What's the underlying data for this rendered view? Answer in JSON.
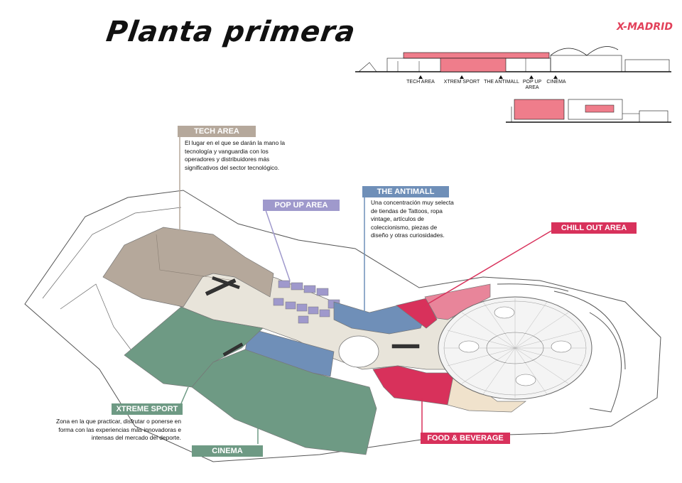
{
  "title": "Planta primera",
  "brand": "X-MADRID",
  "elevation_labels": {
    "tech": "TECH AREA",
    "xtrem": "XTREM SPORT",
    "antimall": "THE ANTIMALL",
    "popup_line1": "POP UP",
    "popup_line2": "AREA",
    "cinema": "CINEMA"
  },
  "zones": {
    "tech": {
      "label": "TECH AREA",
      "description": "El lugar en el que se darán la mano la tecnología y vanguardia con los operadores y distribuidores más significativos del sector tecnológico.",
      "color": "#b5a89b"
    },
    "popup": {
      "label": "POP UP AREA",
      "color": "#9f99cc"
    },
    "antimall": {
      "label": "THE ANTIMALL",
      "description": "Una concentración muy selecta de tiendas de Tattoos, ropa vintage, artículos de coleccionismo, piezas de diseño y otras curiosidades.",
      "color": "#6f8fb8"
    },
    "chillout": {
      "label": "CHILL OUT AREA",
      "color": "#d8315b"
    },
    "xtreme": {
      "label": "XTREME SPORT",
      "description": "Zona en la que practicar, disfrutar o ponerse en forma con las experiencias más innovadoras e intensas del mercado del deporte.",
      "color": "#6e9a84"
    },
    "cinema": {
      "label": "CINEMA",
      "color": "#6e9a84"
    },
    "food": {
      "label": "FOOD & BEVERAGE",
      "color": "#d8315b"
    }
  }
}
